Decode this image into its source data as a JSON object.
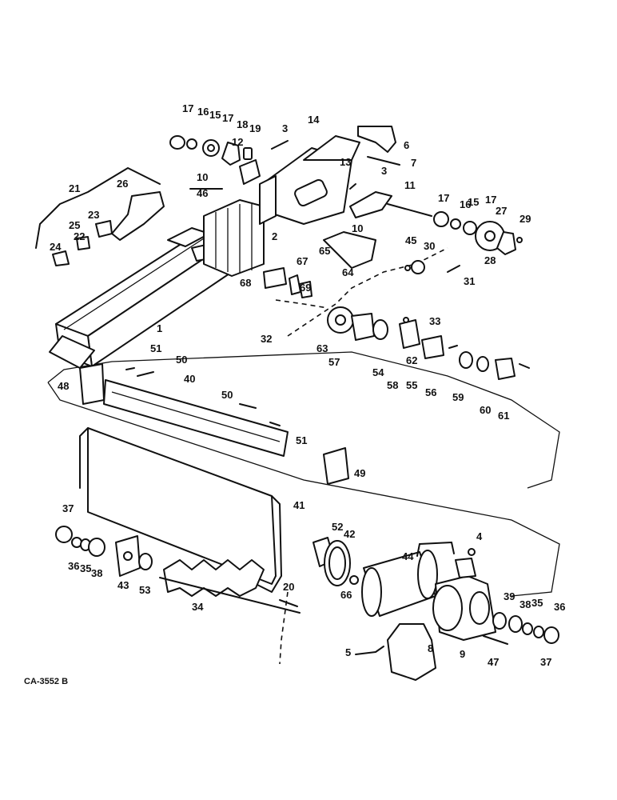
{
  "drawing_code": "CA-3552 B",
  "callouts": [
    "1",
    "2",
    "3",
    "3",
    "4",
    "5",
    "6",
    "7",
    "8",
    "9",
    "10",
    "10",
    "11",
    "12",
    "13",
    "14",
    "15",
    "15",
    "16",
    "16",
    "17",
    "17",
    "17",
    "17",
    "18",
    "19",
    "20",
    "21",
    "22",
    "23",
    "24",
    "25",
    "26",
    "27",
    "28",
    "29",
    "30",
    "31",
    "32",
    "33",
    "34",
    "35",
    "35",
    "36",
    "36",
    "37",
    "37",
    "38",
    "38",
    "39",
    "40",
    "41",
    "42",
    "43",
    "44",
    "45",
    "46",
    "47",
    "48",
    "49",
    "50",
    "50",
    "51",
    "51",
    "52",
    "53",
    "54",
    "55",
    "56",
    "57",
    "58",
    "59",
    "60",
    "61",
    "62",
    "63",
    "64",
    "65",
    "66",
    "67",
    "68",
    "69"
  ]
}
